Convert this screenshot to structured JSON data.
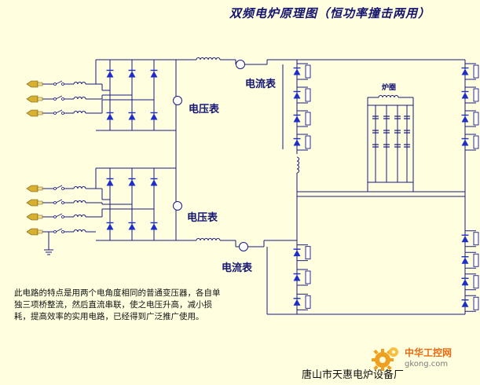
{
  "title": "双频电炉原理图（恒功率撞击两用）",
  "labels": {
    "voltmeter_top": "电压表",
    "voltmeter_bottom": "电压表",
    "ammeter_top": "电流表",
    "ammeter_bottom": "电流表",
    "furnace": "炉圈"
  },
  "description": "此电路的特点是用两个电角度相同的普通变压器，各自单独三项桥整流，然后直流串联，使之电压升高，减小损耗，提高效率的实用电路，已经得到广泛推广使用。",
  "company": "唐山市天惠电炉设备厂",
  "watermark": {
    "name": "中华工控网",
    "url": "gkong.com",
    "logo_icon": "gear-icon"
  },
  "colors": {
    "background": "#ffffe0",
    "wire": "#1a1a80",
    "diode": "#1f2ec8",
    "terminal": "#d8b030",
    "text": "#151573"
  }
}
